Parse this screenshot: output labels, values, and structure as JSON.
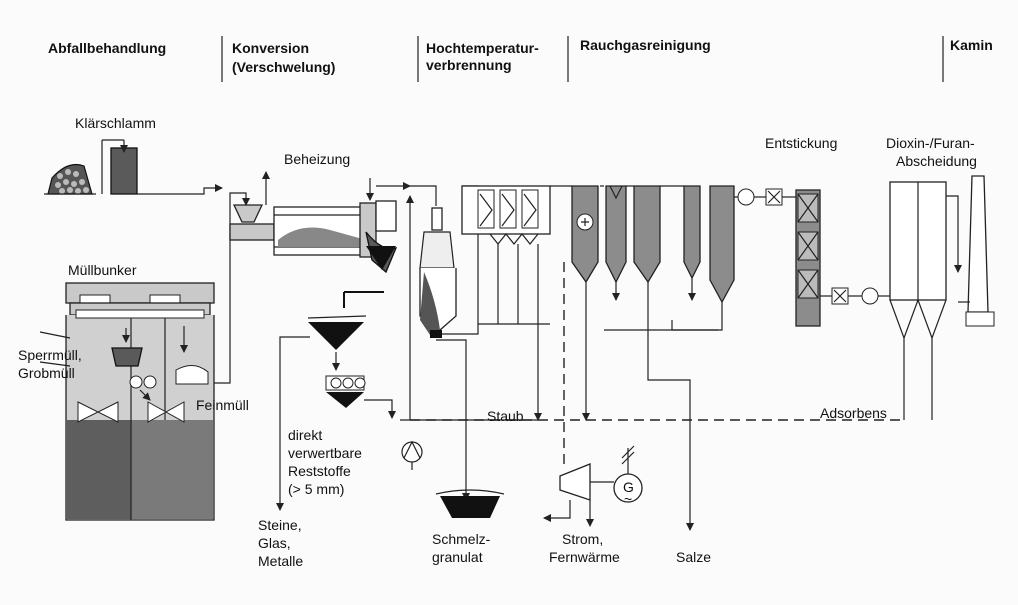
{
  "sections": {
    "abfall": "Abfallbehandlung",
    "konversion_1": "Konversion",
    "konversion_2": "(Verschwelung)",
    "hochtemp_1": "Hochtemperatur-",
    "hochtemp_2": "verbrennung",
    "rauchgas": "Rauchgasreinigung",
    "kamin": "Kamin"
  },
  "labels": {
    "klaerschlamm": "Klärschlamm",
    "beheizung": "Beheizung",
    "muellbunker": "Müllbunker",
    "sperrmuell_1": "Sperrmüll,",
    "sperrmuell_2": "Grobmüll",
    "feinmuell": "Feinmüll",
    "direkt_1": "direkt",
    "direkt_2": "verwertbare",
    "direkt_3": "Reststoffe",
    "direkt_4": "(> 5 mm)",
    "steine_1": "Steine,",
    "steine_2": "Glas,",
    "steine_3": "Metalle",
    "staub": "Staub",
    "schmelz_1": "Schmelz-",
    "schmelz_2": "granulat",
    "strom_1": "Strom,",
    "strom_2": "Fernwärme",
    "salze": "Salze",
    "adsorbens": "Adsorbens",
    "entstickung": "Entstickung",
    "dioxin_1": "Dioxin-/Furan-",
    "dioxin_2": "Abscheidung",
    "generator": "G",
    "generator_tilde": "~"
  }
}
